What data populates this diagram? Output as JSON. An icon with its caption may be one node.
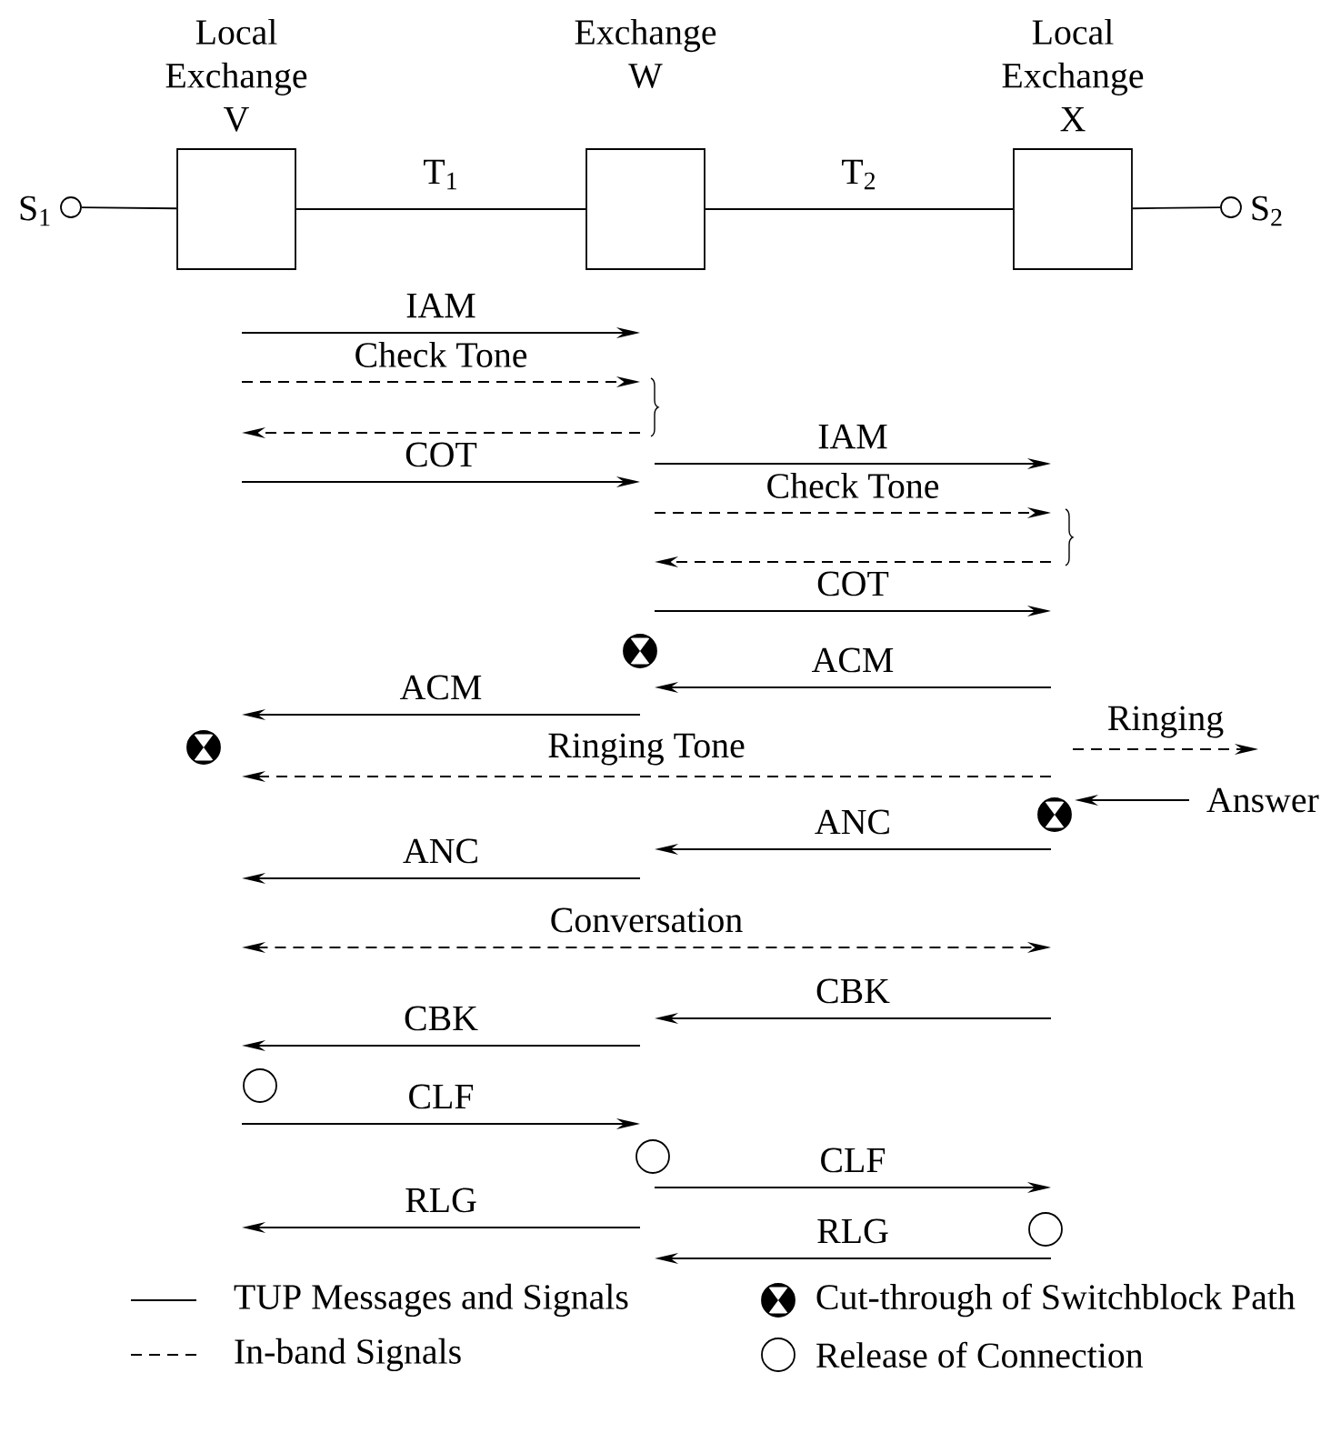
{
  "diagram": {
    "nodes": [
      {
        "text": [],
        "shape": "circle",
        "beside": [
          "S$_{1}$"
        ]
      },
      {
        "text": [
          "Local Exchange V"
        ]
      },
      {
        "text": [
          "Exchange W"
        ]
      },
      {
        "text": [
          "Local Exchange X"
        ]
      },
      {
        "text": [],
        "shape": "circle",
        "beside": [
          "S$_{2}$"
        ]
      }
    ],
    "edges": [
      {
        "from": 0,
        "to": 1,
        "arrow": "none"
      },
      {
        "from": 1,
        "to": 2,
        "arrow": "none",
        "label": "T$_{1}$"
      },
      {
        "from": 2,
        "to": 3,
        "arrow": "none",
        "label": "T$_{2}$"
      },
      {
        "from": 3,
        "to": 4,
        "arrow": "none"
      }
    ],
    "labels": [
      "IAM",
      "Check Tone",
      "IAM",
      "COT",
      "Check Tone",
      "COT",
      "ACM",
      "ACM",
      "Ringing",
      "Ringing Tone",
      "Answer",
      "ANC",
      "ANC",
      "Conversation",
      "CBK",
      "CBK",
      "CLF",
      "CLF",
      "RLG",
      "RLG"
    ],
    "legend": [
      {
        "text": "TUP Messages and Signals"
      },
      {
        "text": "In-band Signals"
      },
      {
        "text": "Cut-through of Switchblock Path"
      },
      {
        "text": "Release of Connection"
      }
    ]
  }
}
